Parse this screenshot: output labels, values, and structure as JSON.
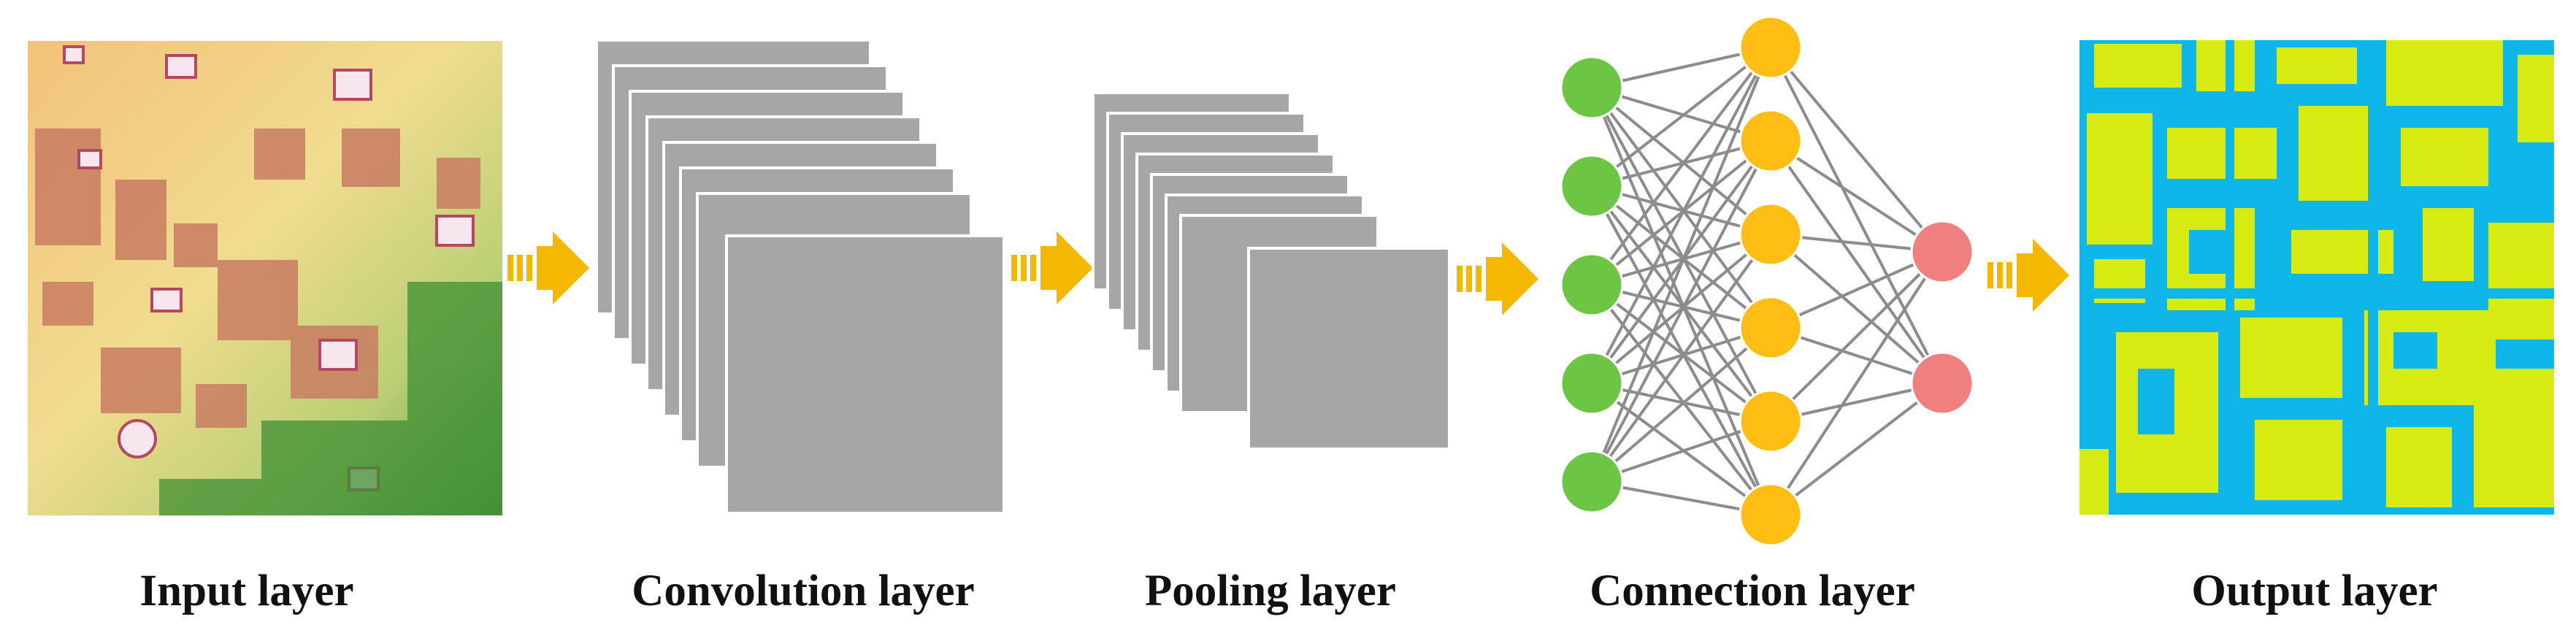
{
  "labels": {
    "input": "Input layer",
    "convolution": "Convolution layer",
    "pooling": "Pooling layer",
    "connection": "Connection layer",
    "output": "Output layer"
  },
  "colors": {
    "arrow": "#f5b800",
    "feature_map": "#a6a6a6",
    "feature_map_edge": "#ffffff",
    "input_node": "#6cc644",
    "hidden_node": "#ffbe13",
    "output_node": "#f08080",
    "edge": "#8c8c8c",
    "output_background": "#0fb6ea",
    "output_foreground": "#d7ea11"
  },
  "network": {
    "input_nodes": 5,
    "hidden_nodes": 6,
    "output_nodes": 2
  },
  "stacks": {
    "convolution_maps": 8,
    "pooling_maps": 8
  }
}
